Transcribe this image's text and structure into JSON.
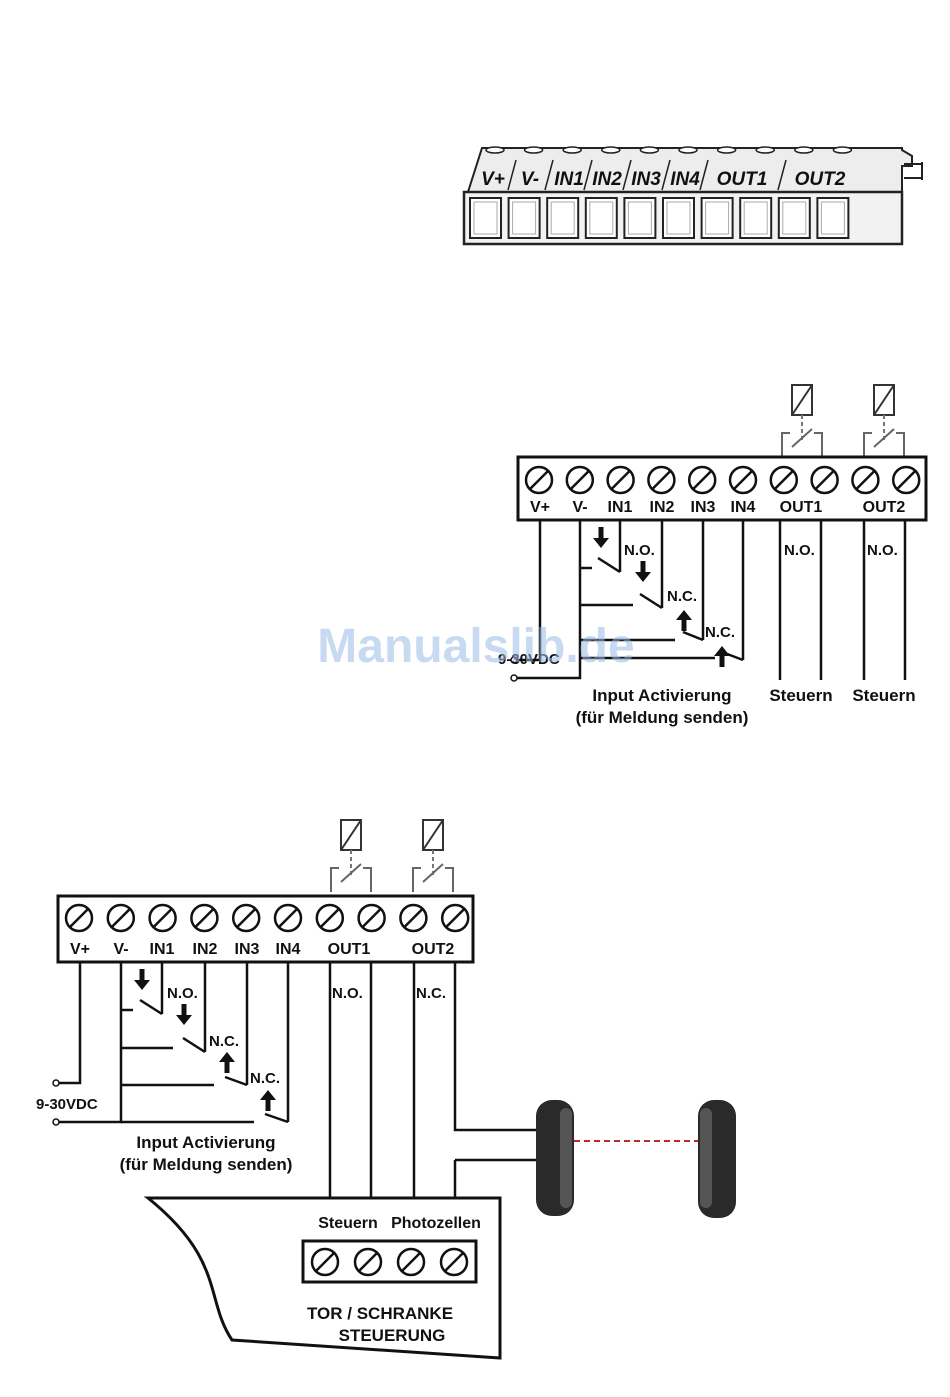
{
  "watermark": "Manualslib.de",
  "connector": {
    "labels": [
      "V+",
      "V-",
      "IN1",
      "IN2",
      "IN3",
      "IN4",
      "OUT1",
      "OUT2"
    ]
  },
  "diagram1": {
    "terminals": [
      "V+",
      "V-",
      "IN1",
      "IN2",
      "IN3",
      "IN4",
      "OUT1",
      "OUT2"
    ],
    "contacts": {
      "in_no": "N.O.",
      "in_nc1": "N.C.",
      "in_nc2": "N.C.",
      "out1": "N.O.",
      "out2": "N.O."
    },
    "supply": "9-30VDC",
    "input_caption_1": "Input Activierung",
    "input_caption_2": "(für Meldung senden)",
    "out1_caption": "Steuern",
    "out2_caption": "Steuern"
  },
  "diagram2": {
    "terminals": [
      "V+",
      "V-",
      "IN1",
      "IN2",
      "IN3",
      "IN4",
      "OUT1",
      "OUT2"
    ],
    "contacts": {
      "in_no": "N.O.",
      "in_nc1": "N.C.",
      "in_nc2": "N.C.",
      "out1": "N.O.",
      "out2": "N.C."
    },
    "supply": "9-30VDC",
    "input_caption_1": "Input Activierung",
    "input_caption_2": "(für Meldung senden)",
    "gate_label_1": "Steuern",
    "gate_label_2": "Photozellen",
    "gate_title_1": "TOR / SCHRANKE",
    "gate_title_2": "STEUERUNG"
  },
  "colors": {
    "line": "#111111",
    "beam": "#c0282a",
    "watermark": "#9bbce6",
    "photocell": "#2a2a2a"
  }
}
